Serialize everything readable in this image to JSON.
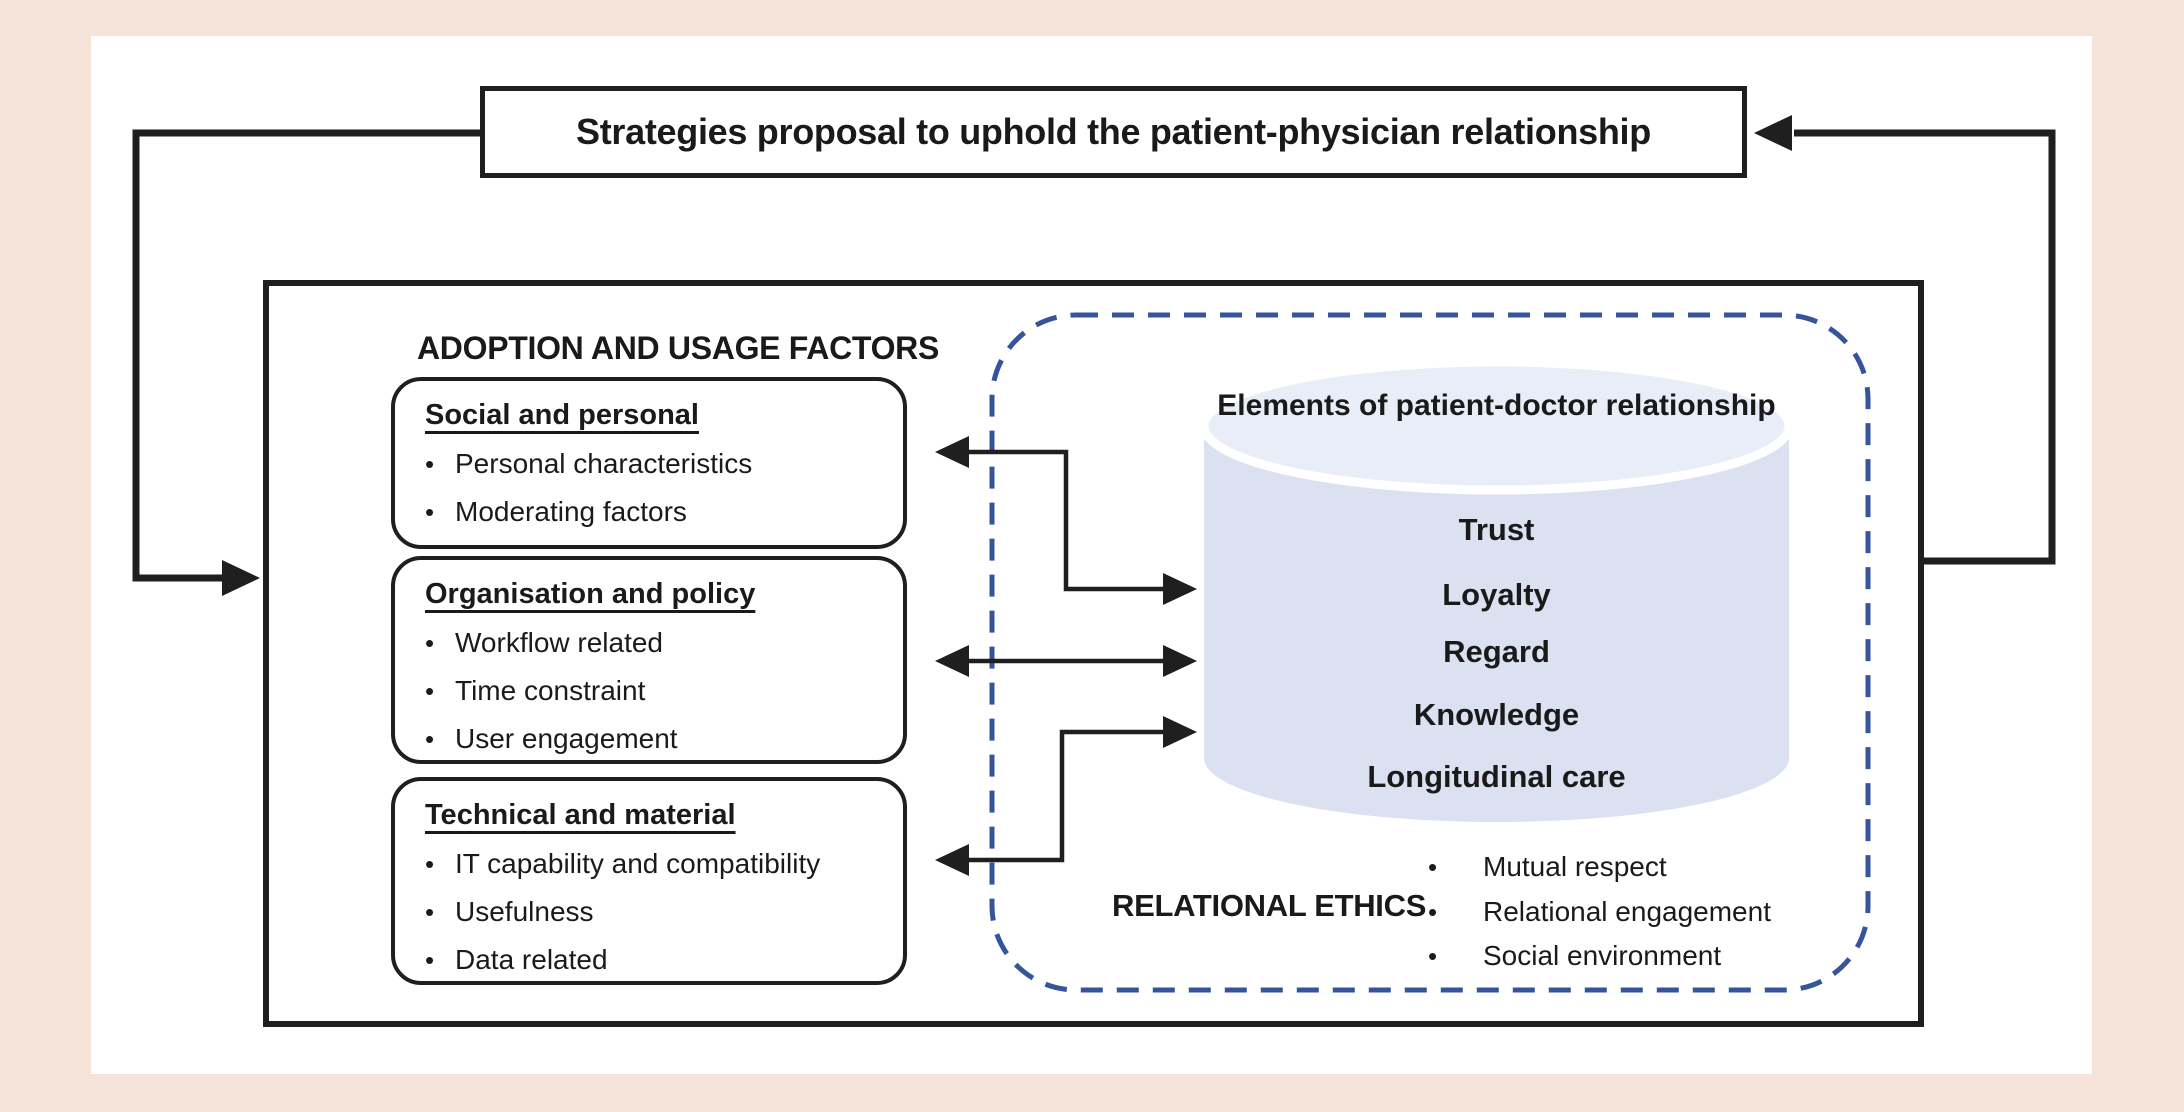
{
  "figure": {
    "title": "Strategies proposal to uphold the patient-physician relationship"
  },
  "adoption": {
    "heading": "ADOPTION AND USAGE FACTORS",
    "boxes": [
      {
        "title": "Social and personal",
        "items": [
          "Personal characteristics",
          "Moderating factors"
        ]
      },
      {
        "title": "Organisation and policy",
        "items": [
          "Workflow related",
          "Time constraint",
          "User engagement"
        ]
      },
      {
        "title": "Technical and material",
        "items": [
          "IT capability and compatibility",
          "Usefulness",
          "Data related"
        ]
      }
    ]
  },
  "cylinder": {
    "title": "Elements of patient-doctor relationship",
    "items": [
      "Trust",
      "Loyalty",
      "Regard",
      "Knowledge",
      "Longitudinal care"
    ]
  },
  "relational_ethics": {
    "label": "RELATIONAL ETHICS",
    "items": [
      "Mutual respect",
      "Relational engagement",
      "Social environment"
    ]
  },
  "colors": {
    "background": "#f5e2d8",
    "panel": "#ffffff",
    "line": "#1f1f1f",
    "text": "#1a1a1a",
    "dashed_border": "#36549c",
    "cylinder_body": "#dbe1f0",
    "cylinder_top": "#e9edf7"
  }
}
